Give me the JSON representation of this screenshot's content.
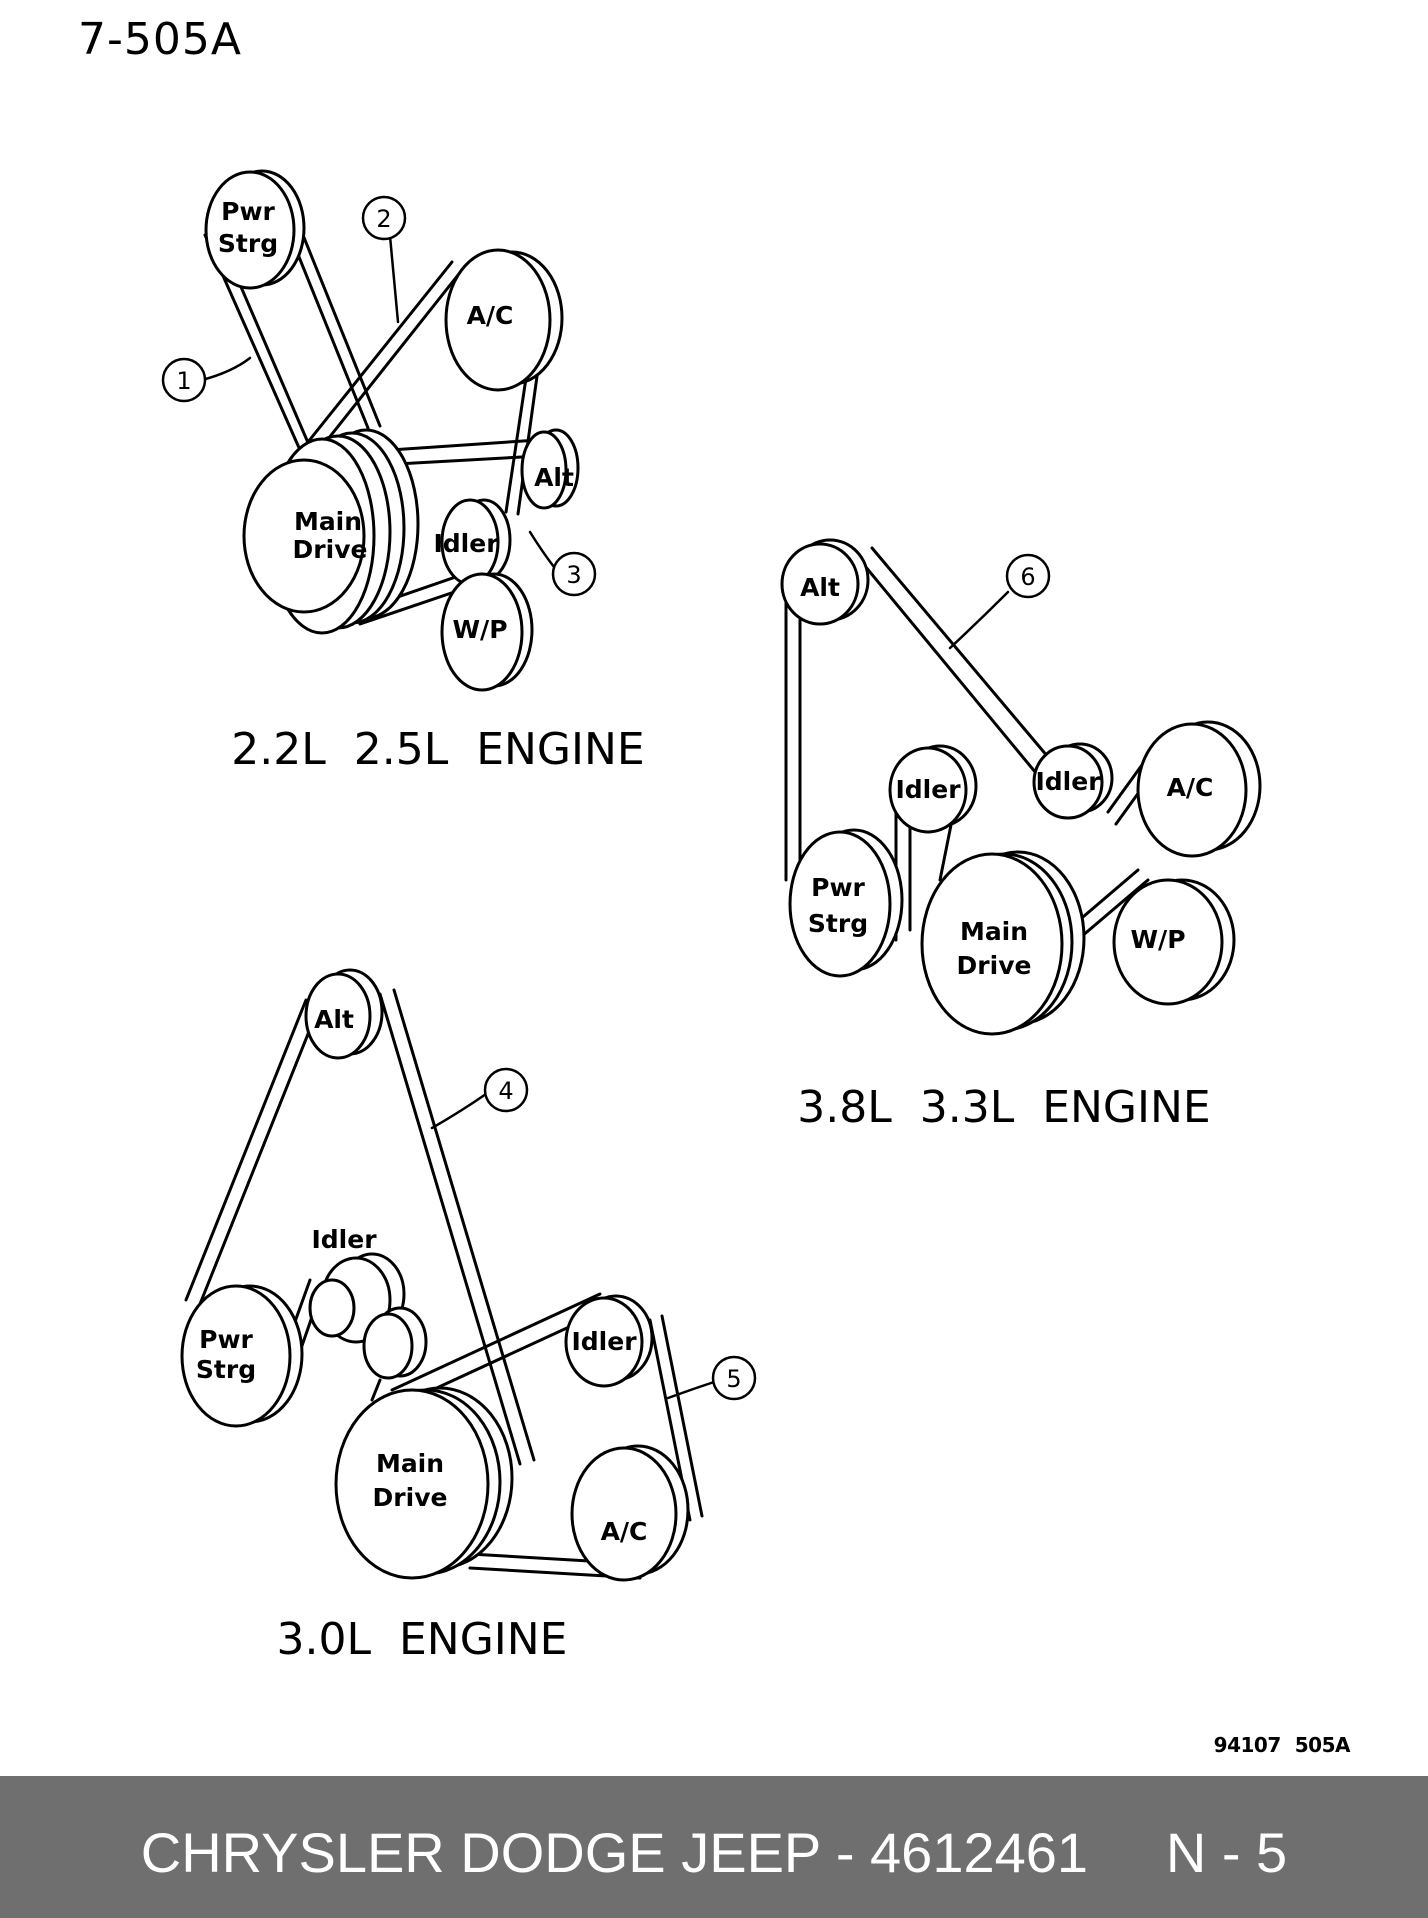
{
  "page": {
    "code": "7-505A",
    "ref_code": [
      "94107",
      "505A"
    ]
  },
  "engines": [
    {
      "label": "2.2L  2.5L  ENGINE",
      "pulleys": [
        {
          "id": "pwr-strg",
          "lines": [
            "Pwr",
            "Strg"
          ]
        },
        {
          "id": "ac",
          "lines": [
            "A/C"
          ]
        },
        {
          "id": "alt",
          "lines": [
            "Alt"
          ]
        },
        {
          "id": "main-drive",
          "lines": [
            "Main",
            "Drive"
          ]
        },
        {
          "id": "idler",
          "lines": [
            "Idler"
          ]
        },
        {
          "id": "wp",
          "lines": [
            "W/P"
          ]
        }
      ],
      "callouts": [
        "1",
        "2",
        "3"
      ]
    },
    {
      "label": "3.8L  3.3L  ENGINE",
      "pulleys": [
        {
          "id": "alt",
          "lines": [
            "Alt"
          ]
        },
        {
          "id": "idler-left",
          "lines": [
            "Idler"
          ]
        },
        {
          "id": "idler-right",
          "lines": [
            "Idler"
          ]
        },
        {
          "id": "ac",
          "lines": [
            "A/C"
          ]
        },
        {
          "id": "pwr-strg",
          "lines": [
            "Pwr",
            "Strg"
          ]
        },
        {
          "id": "main-drive",
          "lines": [
            "Main",
            "Drive"
          ]
        },
        {
          "id": "wp",
          "lines": [
            "W/P"
          ]
        }
      ],
      "callouts": [
        "6"
      ]
    },
    {
      "label": "3.0L  ENGINE",
      "pulleys": [
        {
          "id": "alt",
          "lines": [
            "Alt"
          ]
        },
        {
          "id": "idler-top",
          "lines": [
            "Idler"
          ]
        },
        {
          "id": "pwr-strg",
          "lines": [
            "Pwr",
            "Strg"
          ]
        },
        {
          "id": "idler-right",
          "lines": [
            "Idler"
          ]
        },
        {
          "id": "main-drive",
          "lines": [
            "Main",
            "Drive"
          ]
        },
        {
          "id": "ac",
          "lines": [
            "A/C"
          ]
        }
      ],
      "callouts": [
        "4",
        "5"
      ]
    }
  ],
  "footer": {
    "text": "CHRYSLER DODGE JEEP - 4612461     N - 5"
  }
}
